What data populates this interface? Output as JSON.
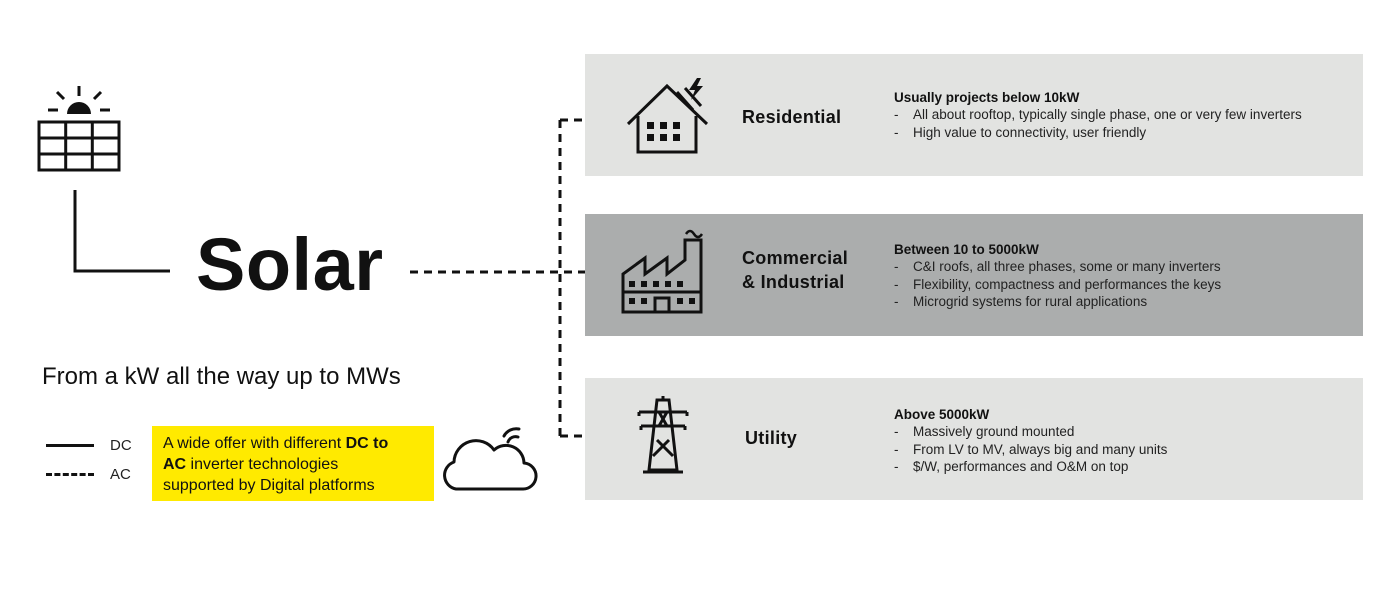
{
  "solar": {
    "title": "Solar",
    "subtitle": "From a kW all the way up to MWs",
    "icon": "solar-panel-icon"
  },
  "legend": {
    "dc_label": "DC",
    "ac_label": "AC"
  },
  "callout": {
    "part1": "A wide offer with different ",
    "bold1": "DC to",
    "bold2": "AC",
    "part2": " inverter technologies",
    "part3": "supported by Digital platforms",
    "color": "#ffea00",
    "icon": "cloud-wifi-icon"
  },
  "segments": [
    {
      "name": "Residential",
      "icon": "house-icon",
      "heading": "Usually projects below 10kW",
      "bullets": [
        "All about rooftop, typically single phase, one or very few inverters",
        "High value to connectivity, user friendly"
      ],
      "background": "#e2e3e1"
    },
    {
      "name_line1": "Commercial",
      "name_line2": "& Industrial",
      "icon": "factory-icon",
      "heading": "Between 10 to 5000kW",
      "bullets": [
        "C&I roofs, all three phases, some or many inverters",
        "Flexibility, compactness and performances the keys",
        "Microgrid systems for rural applications"
      ],
      "background": "#abadad"
    },
    {
      "name": "Utility",
      "icon": "transmission-tower-icon",
      "heading": "Above 5000kW",
      "bullets": [
        "Massively ground mounted",
        "From LV to MV, always big and many units",
        "$/W, performances and O&M on top"
      ],
      "background": "#e2e3e1"
    }
  ],
  "bullet_marker": "-"
}
